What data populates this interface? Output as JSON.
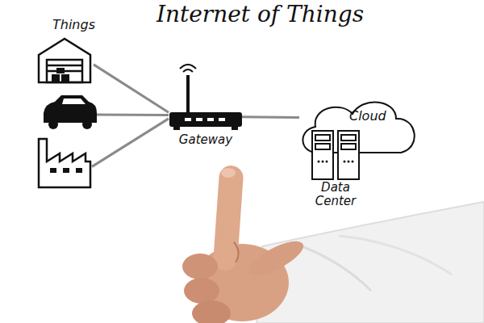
{
  "diagram": {
    "title": "Internet of Things",
    "nodes": [
      {
        "text": [
          "Things"
        ]
      },
      {
        "text": [
          "Gateway"
        ]
      },
      {
        "text": [
          "Cloud"
        ]
      },
      {
        "text": [
          "Data Center"
        ],
        "in": 2
      }
    ],
    "edges": [
      {
        "from": 0,
        "to": 1,
        "arrow": "none"
      },
      {
        "from": 0,
        "to": 1,
        "arrow": "none"
      },
      {
        "from": 0,
        "to": 1,
        "arrow": "none"
      },
      {
        "from": 1,
        "to": 2,
        "arrow": "none"
      }
    ]
  }
}
